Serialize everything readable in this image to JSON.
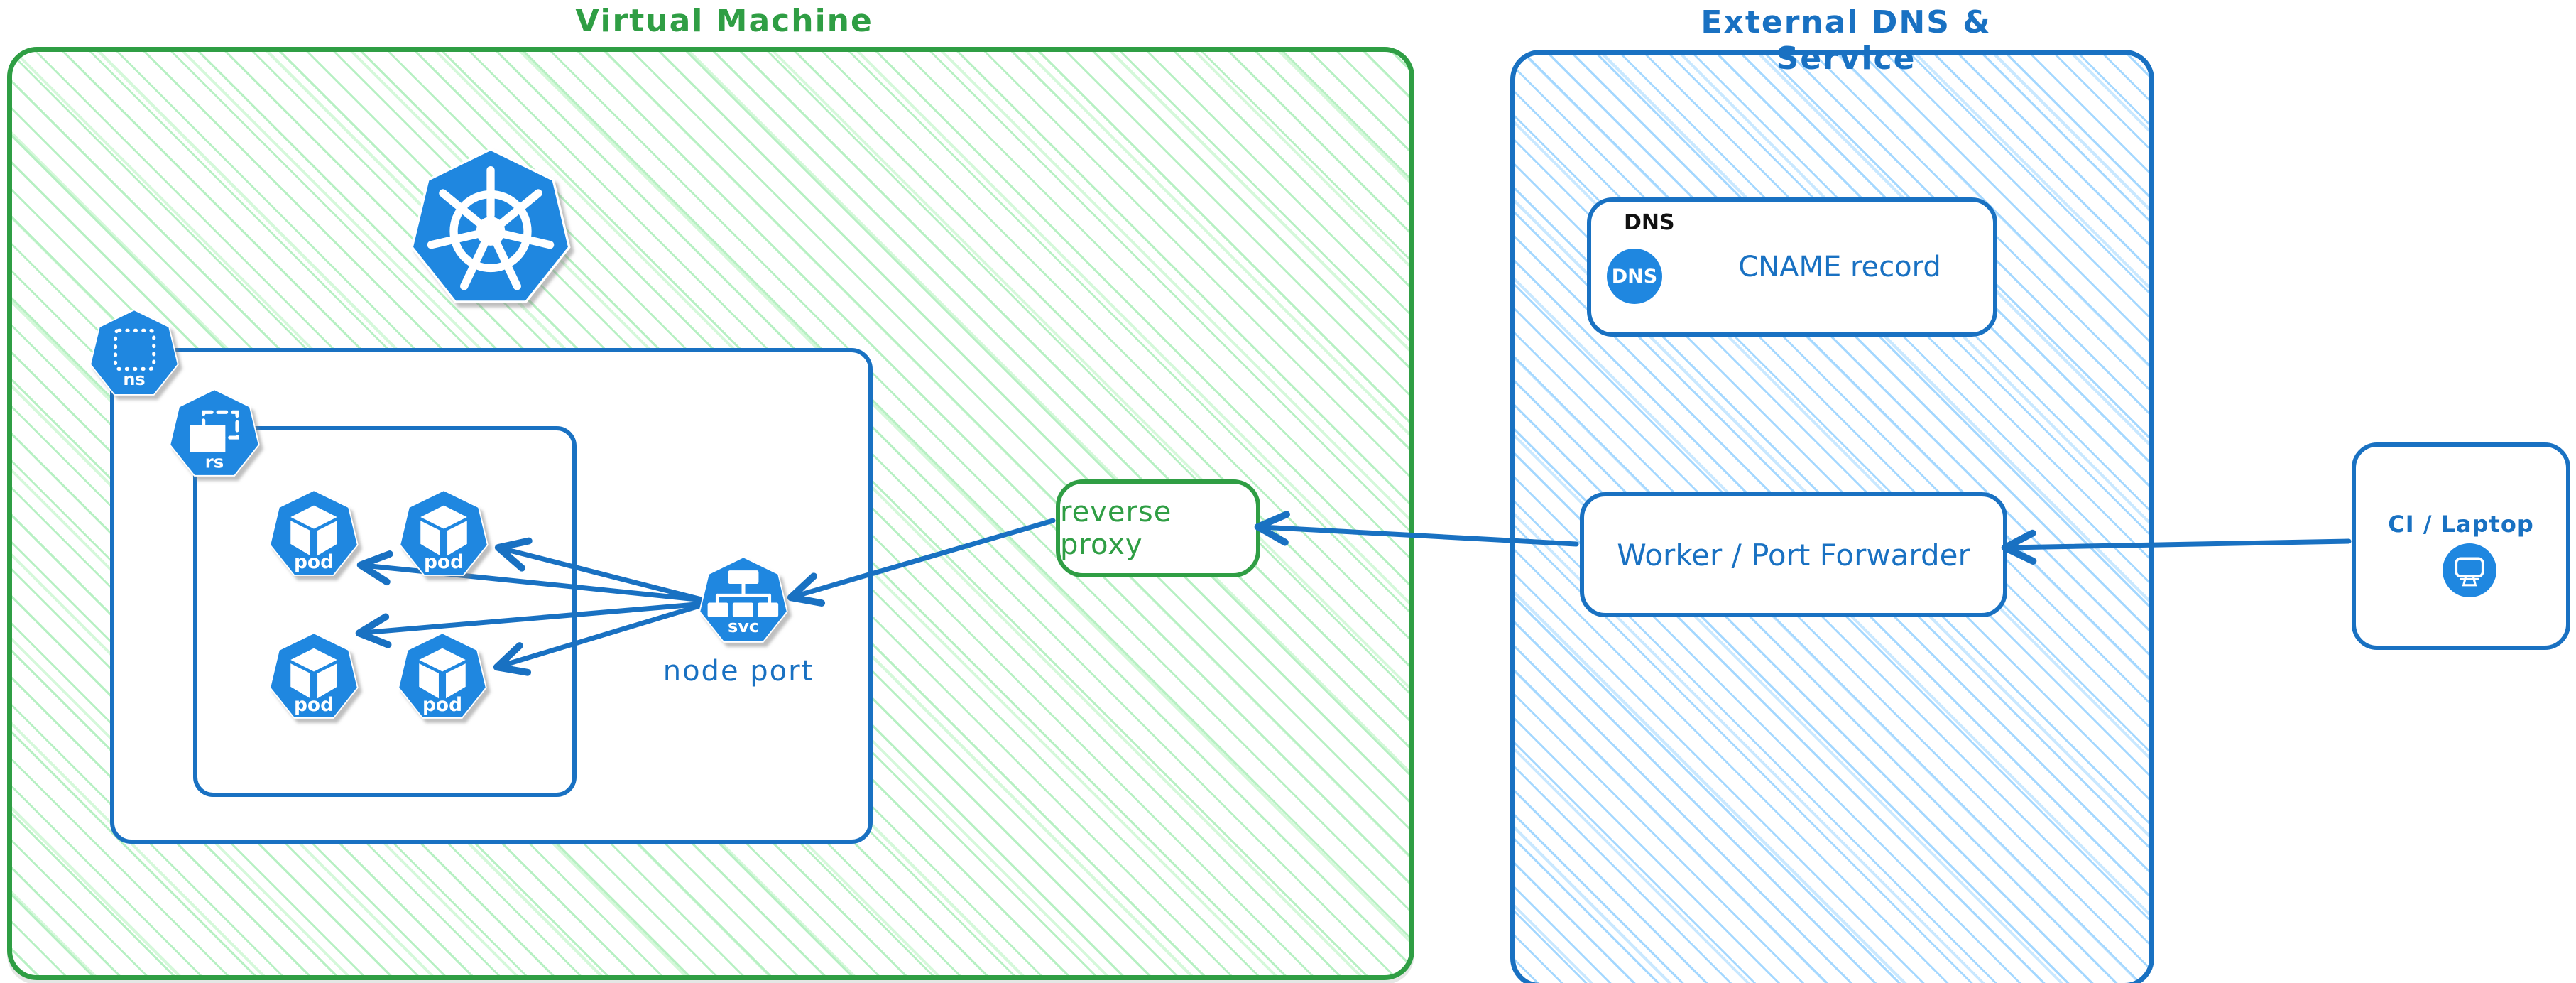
{
  "colors": {
    "green_border": "#2f9e44",
    "green_hatch": "#b7f0c3",
    "blue": "#1971c2",
    "blue_hatch": "#a5d8ff",
    "icon_blue": "#1f87e0",
    "ink": "#111111"
  },
  "vm": {
    "title": "Virtual Machine",
    "namespace_label": "ns",
    "replicaset_label": "rs",
    "pods": [
      {
        "label": "pod"
      },
      {
        "label": "pod"
      },
      {
        "label": "pod"
      },
      {
        "label": "pod"
      }
    ],
    "service_label": "svc",
    "service_caption": "node port",
    "reverse_proxy_label": "reverse proxy"
  },
  "external": {
    "title": "External DNS & Service",
    "dns": {
      "tag": "DNS",
      "badge": "DNS",
      "record": "CNAME record"
    },
    "worker_label": "Worker / Port Forwarder"
  },
  "client": {
    "label": "CI / Laptop"
  }
}
